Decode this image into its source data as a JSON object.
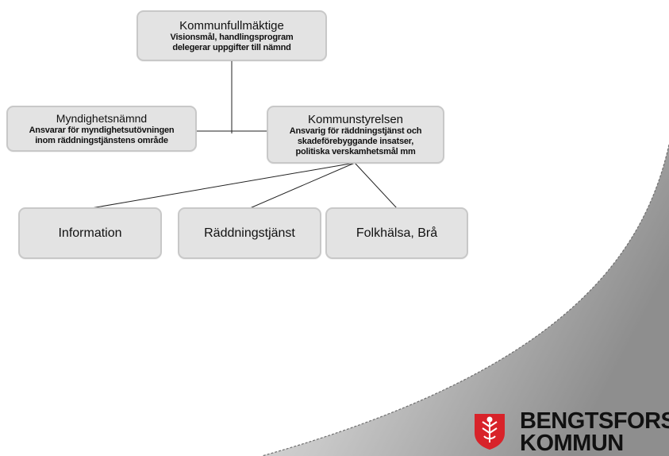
{
  "nodes": {
    "kommunfullmaktige": {
      "title": "Kommunfullmäktige",
      "lines": [
        "Visionsmål, handlingsprogram",
        "delegerar uppgifter till nämnd"
      ]
    },
    "myndighetsnamnd": {
      "title": "Myndighetsnämnd",
      "lines": [
        "Ansvarar för myndighetsutövningen",
        "inom räddningstjänstens område"
      ]
    },
    "kommunstyrelsen": {
      "title": "Kommunstyrelsen",
      "lines": [
        "Ansvarig för räddningstjänst och",
        "skadeförebyggande insatser,",
        "politiska verskamhetsmål mm"
      ]
    },
    "information": {
      "title": "Information"
    },
    "raddningstjanst": {
      "title": "Räddningstjänst"
    },
    "folkhalsa": {
      "title": "Folkhälsa, Brå"
    }
  },
  "branding": {
    "name_line1": "BENGTSFORS",
    "name_line2": "KOMMUN",
    "icon": "coat-of-arms-icon",
    "brand_red": "#d8232a"
  },
  "colors": {
    "box_fill": "#e3e3e3",
    "box_border": "#c8c8c8",
    "connector": "#222222",
    "swoosh": "#a9a9a9"
  }
}
